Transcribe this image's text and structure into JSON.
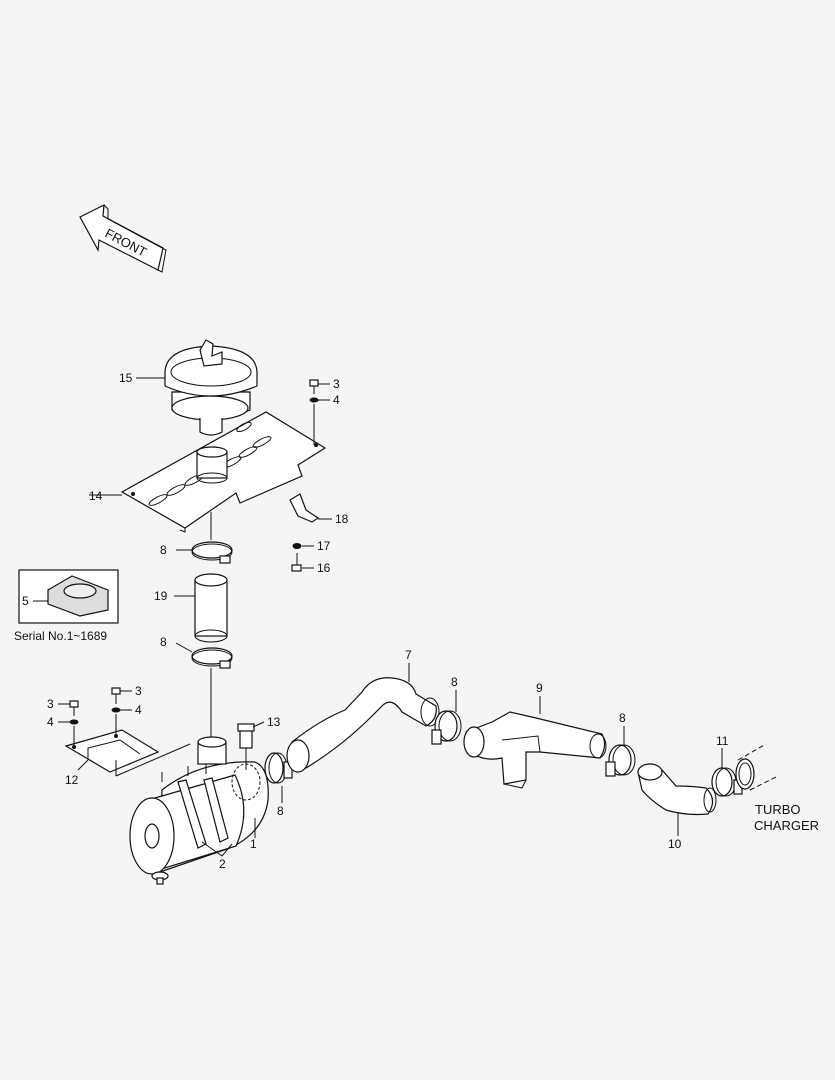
{
  "front_label": "FRONT",
  "inset_note": "Serial No.1~1689",
  "turbo_line1": "TURBO",
  "turbo_line2": "CHARGER",
  "part_numbers": {
    "n1": "1",
    "n2": "2",
    "n3a": "3",
    "n3b": "3",
    "n4a": "4",
    "n4b": "4",
    "n5": "5",
    "n7": "7",
    "n8a": "8",
    "n8b": "8",
    "n8c": "8",
    "n8d": "8",
    "n8e": "8",
    "n9": "9",
    "n10": "10",
    "n11": "11",
    "n12": "12",
    "n13": "13",
    "n14": "14",
    "n15": "15",
    "n16": "16",
    "n17": "17",
    "n18": "18",
    "n19": "19",
    "n3c": "3",
    "n4c": "4"
  }
}
